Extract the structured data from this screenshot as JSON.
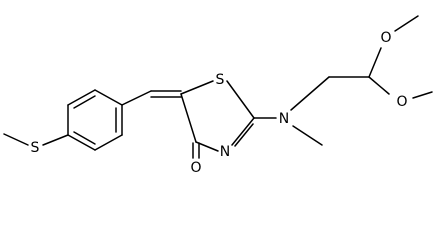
{
  "molecule": {
    "atoms": {
      "s_methylthio": "S",
      "s_ring": "S",
      "n_ring": "N",
      "n_amine": "N",
      "o_carbonyl": "O",
      "o_methoxy_top": "O",
      "o_methoxy_right": "O"
    },
    "colors": {
      "bond": "#000000",
      "label": "#000000",
      "background": "#ffffff"
    }
  }
}
